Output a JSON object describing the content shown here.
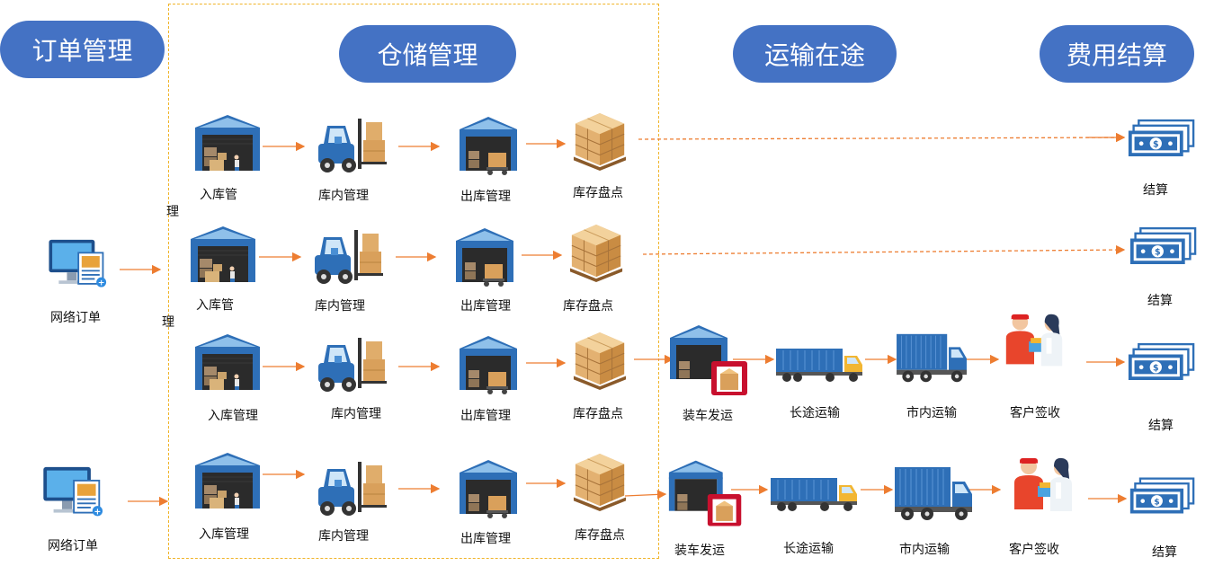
{
  "headers": {
    "order": "订单管理",
    "warehouse": "仓储管理",
    "transport": "运输在途",
    "settlement": "费用结算"
  },
  "orders": [
    "网络订单",
    "网络订单"
  ],
  "stray": [
    "理",
    "理"
  ],
  "rows": [
    {
      "inbound": "入库管",
      "instock": "库内管理",
      "outbound": "出库管理",
      "inventory": "库存盘点",
      "settle": "结算"
    },
    {
      "inbound": "入库管",
      "instock": "库内管理",
      "outbound": "出库管理",
      "inventory": "库存盘点",
      "settle": "结算"
    },
    {
      "inbound": "入库管理",
      "instock": "库内管理",
      "outbound": "出库管理",
      "inventory": "库存盘点",
      "load": "装车发运",
      "longhaul": "长途运输",
      "city": "市内运输",
      "signoff": "客户签收",
      "settle": "结算"
    },
    {
      "inbound": "入库管理",
      "instock": "库内管理",
      "outbound": "出库管理",
      "inventory": "库存盘点",
      "load": "装车发运",
      "longhaul": "长途运输",
      "city": "市内运输",
      "signoff": "客户签收",
      "settle": "结算"
    }
  ],
  "colors": {
    "header": "#4472c4",
    "arrow": "#ed7d31",
    "box_border": "#f0b429"
  },
  "icons": [
    "warehouse-icon",
    "forklift-icon",
    "outbound-warehouse-icon",
    "pallet-boxes-icon",
    "loading-truck-icon",
    "long-truck-icon",
    "city-truck-icon",
    "customer-signoff-icon",
    "money-stack-icon",
    "computer-order-icon"
  ]
}
